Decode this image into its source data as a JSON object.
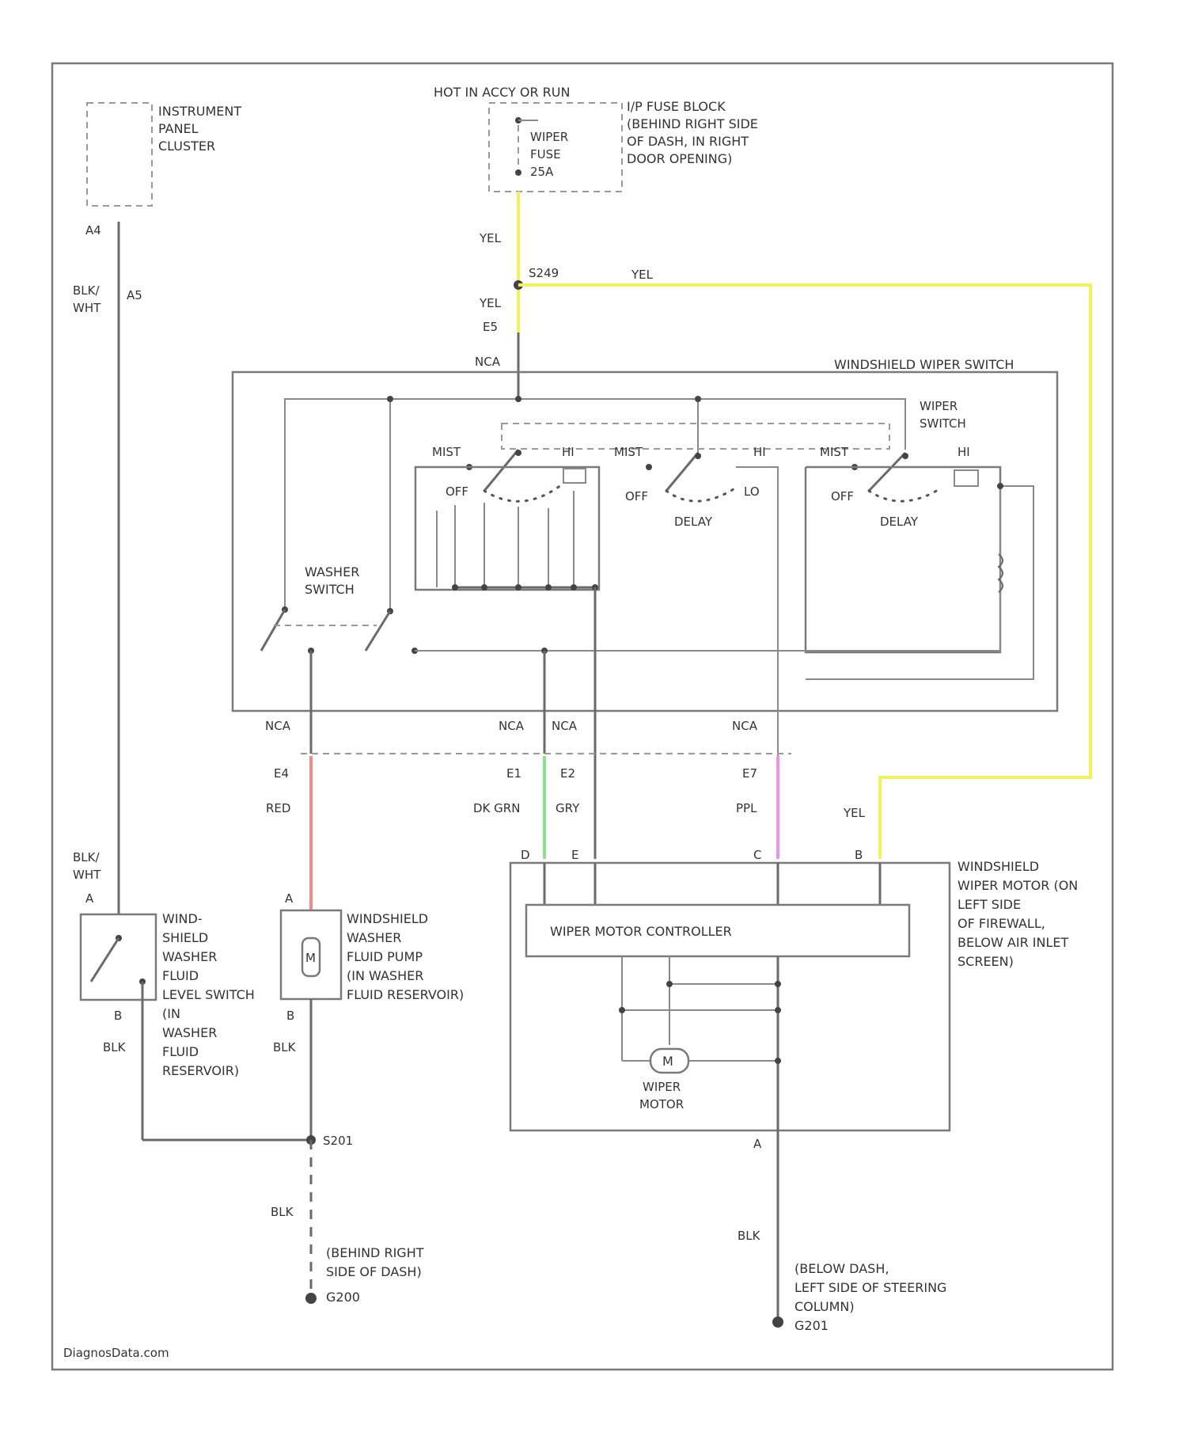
{
  "diagram": {
    "top_label": "HOT IN ACCY OR RUN",
    "fuse_block": [
      "I/P FUSE BLOCK",
      "(BEHIND RIGHT SIDE",
      "OF DASH, IN RIGHT",
      "DOOR OPENING)"
    ],
    "fuse": [
      "WIPER",
      "FUSE",
      "25A"
    ],
    "cluster": [
      "INSTRUMENT",
      "PANEL",
      "CLUSTER"
    ],
    "cluster_pin": "A4",
    "cluster_wire": [
      "BLK/",
      "WHT"
    ],
    "cluster_wire_pin": "A5",
    "splice_s": "S249",
    "yel": "YEL",
    "e5": "E5",
    "nca": "NCA",
    "switch_title": "WINDSHIELD WIPER SWITCH",
    "wiper_switch": [
      "WIPER",
      "SWITCH"
    ],
    "mist": "MIST",
    "hi": "HI",
    "off": "OFF",
    "lo": "LO",
    "delay": "DELAY",
    "washer_switch": [
      "WASHER",
      "SWITCH"
    ],
    "pins_bottom": [
      "E4",
      "E1",
      "E2",
      "E7"
    ],
    "wire_red": "RED",
    "wire_dkgrn": "DK GRN",
    "wire_gry": "GRY",
    "wire_ppl": "PPL",
    "motor_pins": [
      "D",
      "E",
      "C",
      "B"
    ],
    "motor_block": [
      "WINDSHIELD",
      "WIPER MOTOR (ON",
      "LEFT SIDE",
      "OF FIREWALL,",
      "BELOW AIR INLET",
      "SCREEN)"
    ],
    "controller": "WIPER MOTOR CONTROLLER",
    "motor": [
      "WIPER",
      "MOTOR"
    ],
    "motor_letter": "M",
    "level_switch": [
      "WIND-",
      "SHIELD",
      "WASHER",
      "FLUID",
      "LEVEL SWITCH",
      "(IN",
      "WASHER",
      "FLUID",
      "RESERVOIR)"
    ],
    "pump": [
      "WINDSHIELD",
      "WASHER",
      "FLUID PUMP",
      "(IN WASHER",
      "FLUID RESERVOIR)"
    ],
    "pin_a": "A",
    "pin_b": "B",
    "blk": "BLK",
    "splice_g": "S201",
    "ground1_loc": [
      "(BEHIND RIGHT",
      "SIDE OF DASH)"
    ],
    "ground1": "G200",
    "ground2_loc": [
      "(BELOW DASH,",
      "LEFT SIDE OF STEERING",
      "COLUMN)"
    ],
    "ground2": "G201",
    "watermark": "DiagnosData.com",
    "colors": {
      "yellow": "#f2f25a",
      "red": "#f08c8c",
      "green": "#8ee08e",
      "pink": "#ee92ee"
    }
  }
}
